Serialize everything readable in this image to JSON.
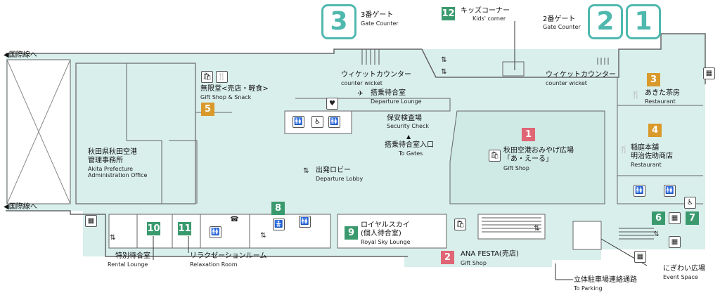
{
  "colors": {
    "floor": "#d9efec",
    "wall": "#666666",
    "green": "#3a9a6e",
    "orange": "#d99a2b",
    "pink": "#e06575",
    "teal": "#4fb8ae"
  },
  "intl_left_top": "◀国際線へ",
  "intl_left_bottom": "◀国際線へ",
  "gate3": {
    "num": "3",
    "ja": "3番ゲート",
    "en": "Gate Counter"
  },
  "gate12": {
    "num": "12",
    "ja": "キッズコーナー",
    "en": "Kids' corner"
  },
  "gate2": {
    "num1": "2",
    "num2": "1",
    "ja": "2番ゲート",
    "en": "Gate Counter"
  },
  "wicket_left": {
    "ja": "ウィケットカウンター",
    "en": "counter wicket"
  },
  "wicket_right": {
    "ja": "ウィケットカウンター",
    "en": "counter wicket"
  },
  "departure_lounge": {
    "ja": "搭乗待合室",
    "en": "Departure Lounge"
  },
  "security": {
    "ja": "保安検査場",
    "en": "Security Check"
  },
  "to_gates": {
    "ja": "搭乗待合室入口",
    "en": "To Gates"
  },
  "mugen": {
    "num": "5",
    "ja": "無限堂<売店・軽食>",
    "en": "Gift Shop & Snack"
  },
  "akita_office": {
    "l1": "秋田県秋田空港",
    "l2": "管理事務所",
    "en1": "Akita Prefecture",
    "en2": "Administration Office"
  },
  "departure_lobby": {
    "ja": "出発ロビー",
    "en": "Departure Lobby"
  },
  "gift_shop1": {
    "num": "1",
    "ja1": "秋田空港おみやげ広場",
    "ja2": "「あ・えーる」",
    "en": "Gift Shop"
  },
  "akita_chabo": {
    "num": "3",
    "ja": "あきた茶房",
    "en": "Restaurant"
  },
  "inaniwa": {
    "num": "4",
    "ja1": "稲庭本舗",
    "ja2": "明治佐助商店",
    "en": "Restaurant"
  },
  "royal": {
    "num": "9",
    "ja1": "ロイヤルスカイ",
    "ja2": "(個人待合室)",
    "en": "Royal Sky Lounge"
  },
  "ana": {
    "num": "2",
    "ja": "ANA FESTA(売店)",
    "en": "Gift Shop"
  },
  "rental": {
    "num": "10",
    "ja": "特別待合室",
    "en": "Rental Lounge"
  },
  "relax": {
    "num": "11",
    "ja": "リラクゼーションルーム",
    "en": "Relaxation Room"
  },
  "badge8": "8",
  "badge6": "6",
  "badge7": "7",
  "parking": {
    "ja": "立体駐車場連絡通路",
    "en": "To Parking"
  },
  "event": {
    "ja": "にぎわい広場",
    "en": "Event Space"
  },
  "icons": {
    "restaurant": "🍴",
    "toilet": "🚻",
    "accessible": "♿",
    "aed": "♥",
    "phone": "☎",
    "nursing": "🚼",
    "escalator": "⇅",
    "elevator": "▦",
    "shop": "🛍",
    "plane": "✈"
  }
}
